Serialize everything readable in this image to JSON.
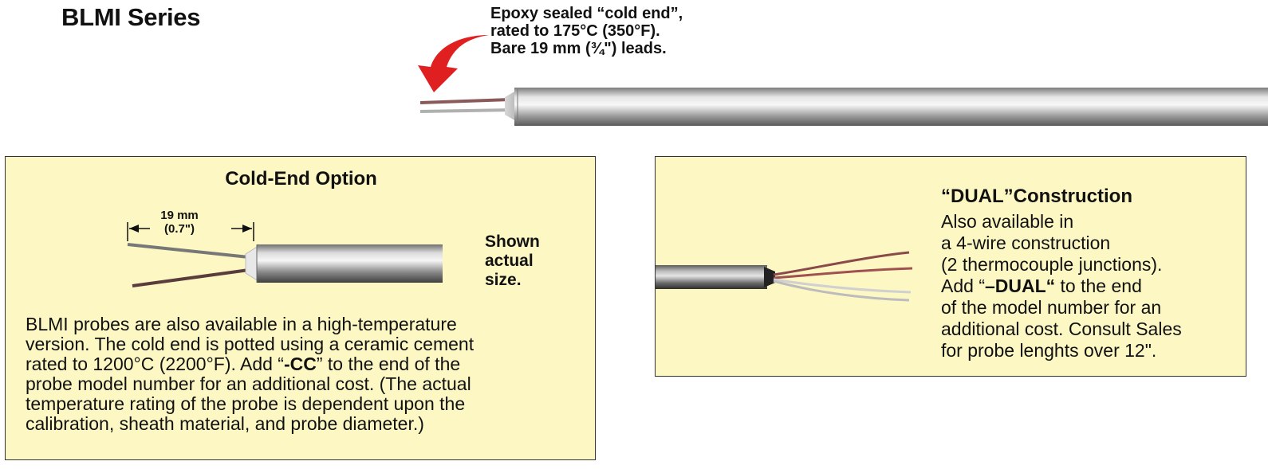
{
  "series_title": "BLMI Series",
  "callout": {
    "line1": "Epoxy sealed “cold end”,",
    "line2": "rated to 175°C (350°F).",
    "line3": "Bare 19 mm (¾\") leads."
  },
  "cold_end_panel": {
    "title": "Cold-End Option",
    "dimension_mm": "19 mm",
    "dimension_in": "(0.7\")",
    "shown_note": [
      "Shown",
      "actual",
      "size."
    ],
    "body": {
      "line1": "BLMI probes are also available in a high-temperature",
      "line2": "version. The cold end is potted using a ceramic cement",
      "line3_pre": "rated to 1200°C (2200°F). Add “",
      "line3_bold": "-CC",
      "line3_post": "” to the end of the",
      "line4": "probe model number for an additional cost. (The actual",
      "line5": "temperature rating of the probe is dependent upon the",
      "line6": "calibration, sheath material, and probe diameter.)"
    }
  },
  "dual_panel": {
    "title": "“DUAL”Construction",
    "line1": "Also available in",
    "line2": "a 4-wire construction",
    "line3": "(2 thermocouple junctions).",
    "line4_pre": "Add “",
    "line4_bold": "–DUAL“",
    "line4_post": " to the end",
    "line5": "of the model number for an",
    "line6": "additional cost. Consult Sales",
    "line7": "for probe lenghts over 12\"."
  },
  "colors": {
    "panel_background": "#fdf8c3",
    "arrow_red": "#e02020",
    "text": "#111111"
  }
}
